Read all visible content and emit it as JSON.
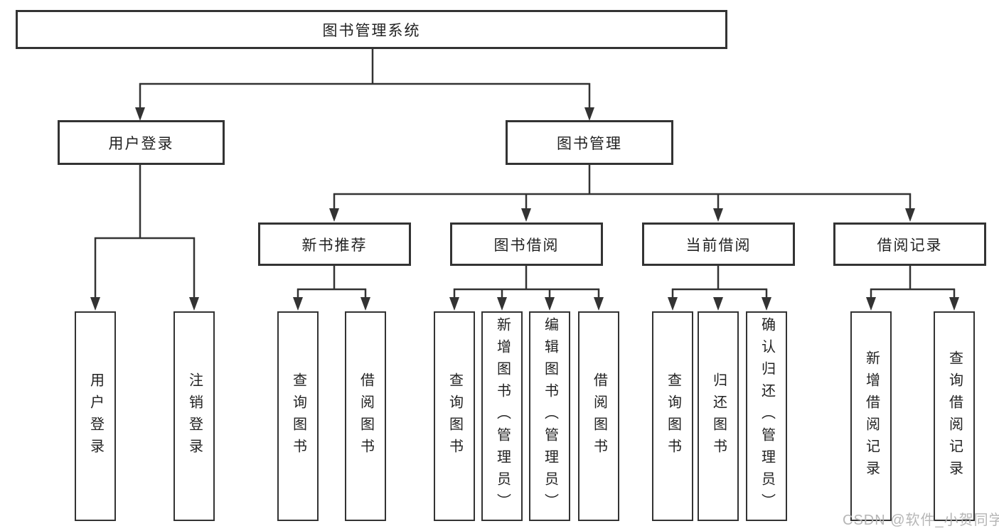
{
  "diagram_type": "hierarchy-tree",
  "colors": {
    "line": "#333333",
    "box_border": "#333333",
    "text": "#222222",
    "background": "#ffffff",
    "watermark": "#b2b2b2"
  },
  "tree": {
    "label": "图书管理系统",
    "children": [
      {
        "label": "用户登录",
        "children": [
          {
            "label": "用户登录"
          },
          {
            "label": "注销登录"
          }
        ]
      },
      {
        "label": "图书管理",
        "children": [
          {
            "label": "新书推荐",
            "children": [
              {
                "label": "查询图书"
              },
              {
                "label": "借阅图书"
              }
            ]
          },
          {
            "label": "图书借阅",
            "children": [
              {
                "label": "查询图书"
              },
              {
                "label": "新增图书（管理员）"
              },
              {
                "label": "编辑图书（管理员）"
              },
              {
                "label": "借阅图书"
              }
            ]
          },
          {
            "label": "当前借阅",
            "children": [
              {
                "label": "查询图书"
              },
              {
                "label": "归还图书"
              },
              {
                "label": "确认归还（管理员）"
              }
            ]
          },
          {
            "label": "借阅记录",
            "children": [
              {
                "label": "新增借阅记录"
              },
              {
                "label": "查询借阅记录"
              }
            ]
          }
        ]
      }
    ]
  },
  "watermark": {
    "text": "CSDN @软件_小贺同学"
  }
}
